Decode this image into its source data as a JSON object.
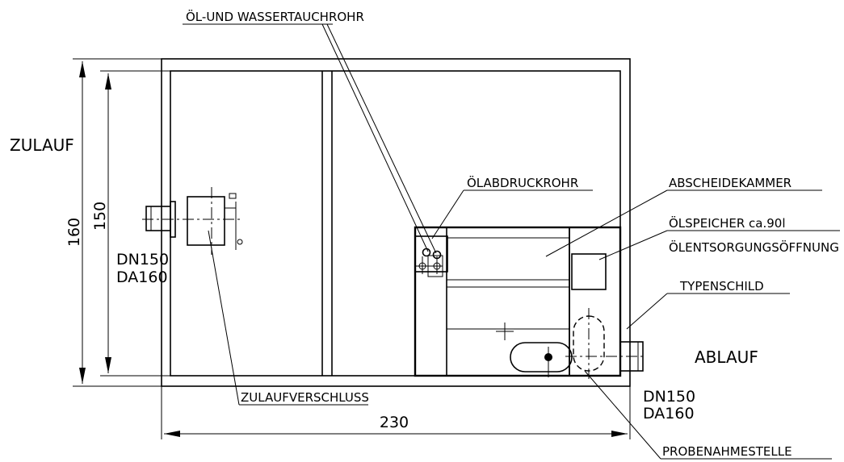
{
  "labels": {
    "oil_water_pipe": "ÖL-UND WASSERTAUCHROHR",
    "oil_pressure_pipe": "ÖLABDRUCKROHR",
    "separation_chamber": "ABSCHEIDEKAMMER",
    "oil_storage": "ÖLSPEICHER ca.90l",
    "oil_disposal_opening": "ÖLENTSORGUNGSÖFFNUNG",
    "type_plate": "TYPENSCHILD",
    "inlet_closure": "ZULAUFVERSCHLUSS",
    "sampling_point": "PROBENAHMESTELLE",
    "inlet": "ZULAUF",
    "outlet": "ABLAUF",
    "inlet_dn": "DN150",
    "inlet_da": "DA160",
    "outlet_dn": "DN150",
    "outlet_da": "DA160"
  },
  "dimensions": {
    "outer_height": "160",
    "inner_height": "150",
    "length": "230"
  }
}
